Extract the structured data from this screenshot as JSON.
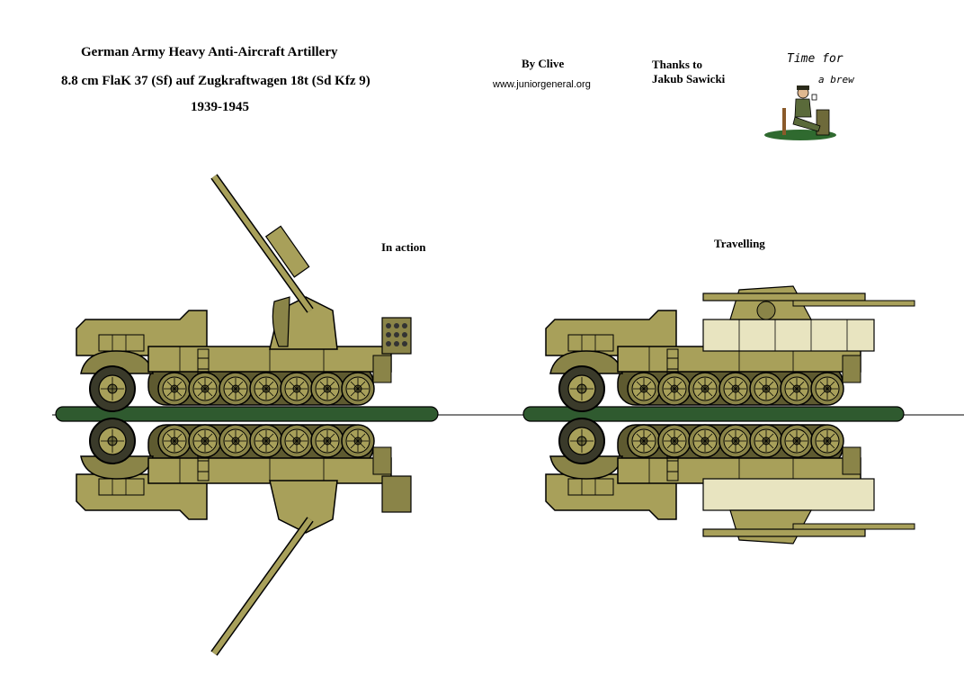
{
  "header": {
    "title_line1": "German Army Heavy  Anti-Aircraft Artillery",
    "title_line2": "8.8 cm FlaK 37 (Sf) auf Zugkraftwagen 18t (Sd Kfz 9)",
    "years": "1939-1945"
  },
  "credits": {
    "by": "By Clive",
    "url": "www.juniorgeneral.org",
    "thanks_line1": "Thanks to",
    "thanks_line2": "Jakub Sawicki"
  },
  "logo": {
    "brew_line1": "Time for",
    "brew_line2": "a brew"
  },
  "labels": {
    "in_action": "In action",
    "travelling": "Travelling"
  },
  "colors": {
    "vehicle_tan": "#a8a05a",
    "vehicle_dark": "#6e6a3a",
    "base_green": "#2f5a2f",
    "crew_green": "#5a6a3a"
  },
  "icons": [
    "soldier-with-mug-icon",
    "flak-halftrack-in-action-icon",
    "flak-halftrack-travelling-icon"
  ]
}
